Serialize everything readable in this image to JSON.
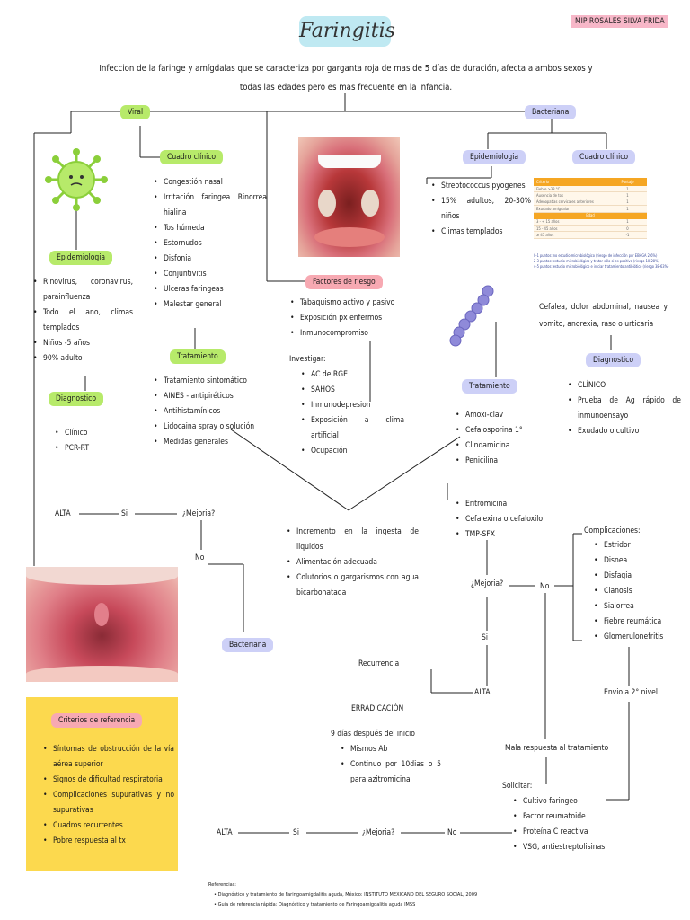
{
  "title": "Faringitis",
  "author": "MIP ROSALES SILVA FRIDA",
  "intro": "Infeccion de la faringe y amígdalas que se caracteriza por garganta roja de mas de 5 días de duración, afecta a ambos sexos y todas las edades pero es mas frecuente en la infancia.",
  "viral": {
    "label": "Viral",
    "cuadro_title": "Cuadro clínico",
    "cuadro_items": [
      "Congestión nasal",
      "Irritación faringea Rinorrea hialina",
      "Tos húmeda",
      "Estornudos",
      "Disfonia",
      "Conjuntivitis",
      "Ulceras faringeas",
      "Malestar general"
    ],
    "epi_title": "Epidemiologia",
    "epi_items": [
      "Rinovirus, coronavirus, parainfluenza",
      "Todo el ano, climas templados",
      "Niños -5 años",
      "90% adulto"
    ],
    "tratamiento_title": "Tratamiento",
    "tratamiento_items": [
      "Tratamiento sintomático",
      "AINES - antipiréticos",
      "Antihistamínicos",
      "Lidocaina spray o solución",
      "Medidas generales"
    ],
    "diag_title": "Diagnostico",
    "diag_items": [
      "Clínico",
      "PCR-RT"
    ]
  },
  "factores": {
    "title": "Factores de riesgo",
    "items": [
      "Tabaquismo activo y pasivo",
      "Exposición px enfermos",
      "Inmunocompromiso"
    ],
    "investigar_label": "Investigar:",
    "investigar_items": [
      "AC de RGE",
      "SAHOS",
      "Inmunodepresion",
      "Exposición a clima artificial",
      "Ocupación"
    ]
  },
  "medidas_items": [
    "Incremento en la ingesta de liquidos",
    "Alimentación adecuada",
    "Colutorios o gargarismos con agua bicarbonatada"
  ],
  "bacteriana": {
    "label": "Bacteriana",
    "epi_title": "Epidemiologia",
    "epi_items": [
      "Streotococcus pyogenes",
      "15% adultos, 20-30% niños",
      "Climas templados"
    ],
    "cuadro_title": "Cuadro clínico",
    "cuadro_text": "Cefalea, dolor abdominal, nausea y vomito, anorexia, raso o urticaria",
    "diag_title": "Diagnostico",
    "diag_items": [
      "CLÍNICO",
      "Prueba de Ag rápido de inmunoensayo",
      "Exudado o cultivo"
    ],
    "tratamiento_title": "Tratamiento",
    "trat_items_1": [
      "Amoxi-clav",
      "Cefalosporina 1°",
      "Clindamicina",
      "Penicilina"
    ],
    "trat_items_2": [
      "Eritromicina",
      "Cefalexina o cefaloxilo",
      "TMP-SFX"
    ],
    "complicaciones_title": "Complicaciones:",
    "complicaciones_items": [
      "Estridor",
      "Disnea",
      "Disfagia",
      "Cianosis",
      "Sialorrea",
      "Fiebre reumática",
      "Glomerulonefritis"
    ],
    "envio": "Envio a 2° nivel",
    "mala_respuesta": "Mala respuesta al tratamiento",
    "solicitar_label": "Solicitar:",
    "solicitar_items": [
      "Cultivo faringeo",
      "Factor reumatoide",
      "Proteína C reactiva",
      "VSG, antiestreptolisinas"
    ]
  },
  "score_table": {
    "headers": [
      "Criterio",
      "Puntaje"
    ],
    "rows": [
      [
        "Fiebre >38 °C",
        "1"
      ],
      [
        "Ausencia de tos",
        "1"
      ],
      [
        "Adenopatías cervicales anteriores",
        "1"
      ],
      [
        "Exudado amigdalar",
        "1"
      ]
    ],
    "edad_label": "Edad",
    "edad_rows": [
      [
        "3 - < 15 años",
        "1"
      ],
      [
        "15 - 45 años",
        "0"
      ],
      [
        "≥ 45 años",
        "-1"
      ]
    ],
    "notes": [
      "0-1 puntos: no estudio microbiológico (riesgo de infección por EBHGA 2-6%)",
      "2-3 puntos: estudio microbiológico y tratar sólo si es positivo (riesgo 10-28%)",
      "4-5 puntos: estudio microbiológico e iniciar tratamiento antibiótico (riesgo 38-63%)"
    ]
  },
  "flow": {
    "alta": "ALTA",
    "si": "Si",
    "no": "No",
    "mejoria": "¿Mejoria?",
    "bacteriana_box": "Bacteriana",
    "recurrencia": "Recurrencia",
    "erradicacion": "ERRADICACIÓN",
    "erradicacion_text": "9 días después del inicio",
    "erradicacion_items": [
      "Mismos Ab",
      "Continuo por 10dias o 5 para azitromicina"
    ]
  },
  "criterios": {
    "title": "Criterios de referencia",
    "items": [
      "Síntomas de obstrucción de la vía aérea superior",
      "Signos de dificultad respiratoria",
      "Complicaciones supurativas y no supurativas",
      "Cuadros recurrentes",
      "Pobre respuesta al tx"
    ]
  },
  "references": {
    "label": "Referencias:",
    "items": [
      "Diagnóstico y tratamiento de Faringoamigdalitis aguda, México: INSTITUTO MEXICANO DEL SEGURO SOCIAL, 2009",
      "Guia de referencia rápida: Diagnóstico y tratamiento de Faringoamigdalitis aguda IMSS"
    ]
  },
  "colors": {
    "green": "#b7ea6a",
    "lavender": "#cdd0f7",
    "pink": "#f7a9b2",
    "title_bg": "#bfe9f2",
    "yellow": "#fcd94e"
  }
}
